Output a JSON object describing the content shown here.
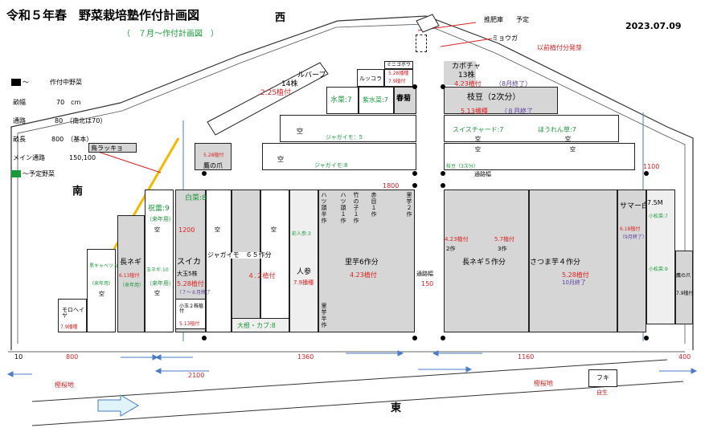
{
  "header": {
    "title": "令和５年春　野菜栽培塾作付計画図",
    "subtitle": "（　７月～作付計画図　）",
    "date": "2023.07.09"
  },
  "directions": {
    "west": "西",
    "south": "南",
    "east": "東"
  },
  "legend": {
    "planted": "作付中野菜",
    "planted_prefix": "～",
    "row_label": "畝幅",
    "row_value": "70　cm",
    "path_label": "通路",
    "path_value": "80　（南北は70）",
    "length_label": "畝長",
    "length_value": "800　（基本）",
    "main_path_label": "メイン通路",
    "main_path_value": "150,100",
    "planned": "～予定野菜",
    "note_label": "鳥ラッキョ"
  },
  "top_right": {
    "compost": "推肥庫　　予定",
    "myoga": "ミョウガ",
    "myoga_note": "以前植付分発芽"
  },
  "beds": {
    "rhubarb": "ルバーブ",
    "rhubarb_count": "14株",
    "rhubarb_date": "2.25植付",
    "mini_gobo": "ミニゴボウ",
    "rucola": "ルッコラ",
    "sowing528": "5.28播種",
    "planting79": "7.9植付",
    "mizuna": "水菜:7",
    "komizuna": "紫水菜:7",
    "shungiku": "春菊",
    "kabocha": "カボチャ",
    "kabocha_count": "13株",
    "kabocha_date": "4.23植付",
    "kabocha_end": "（8月終了）",
    "edamame2": "枝豆（2次分）",
    "edamame2_date": "5.13播種",
    "edamame2_end": "（８月終了",
    "sora1": "空",
    "jaga5": "ジャガイモ：5",
    "sora2": "空",
    "jaga8": "ジャガイモ:8",
    "swiss": "スイスチャード:7",
    "spinach": "ほうれん草:7",
    "sora3": "空",
    "sora4": "空",
    "sora5": "空",
    "sora6": "空",
    "edamame3": "枝豆（3次分）",
    "path_width": "通路幅",
    "w1100": "1100",
    "takano": "鷹の爪",
    "takano_date": "5.28植付",
    "hakusai": "白菜:8",
    "iwaimai": "祝蕾:9",
    "year_use": "（来年用）",
    "sora7": "空",
    "w1200": "1200",
    "sora8": "空",
    "jaga_hdr": "ジャガイモ　６５作分",
    "sora9": "空",
    "carrot_label": "彩人参:3",
    "v_hatsu1": "ハツ頭半作",
    "v_hatsu2": "ハツ頭１作",
    "v_take": "竹の子１作",
    "v_aka": "赤目１作",
    "v_sato": "里芋２作",
    "w1800": "1800",
    "cabbage": "黒キャベツ:9",
    "cabbage_year": "（来年用）",
    "sora10": "空",
    "negi": "長ネギ",
    "negi_date": "6.13植付",
    "negi_year": "（来年用）",
    "tamanegi": "玉ネギ:10",
    "tamanegi_year": "（来年用）",
    "sora11": "空",
    "suika": "スイカ",
    "suika_count": "大玉5株",
    "suika_date": "5.28植付",
    "suika_end": "（７～８月終了",
    "suika_small": "小玉２株植付",
    "suika_small_date": "5.13植付",
    "jaga_date": "４.２植付",
    "daikon": "大根・カブ:8",
    "ninjin": "人参",
    "ninjin_date": "7.9播種",
    "satoimo": "里芋6作分",
    "satoimo_date": "4.23植付",
    "v_sato_half": "里芋半作",
    "moro": "モロヘイヤ",
    "moro_date": "7.9播種",
    "main_path": "通路幅",
    "main_path_val": "150",
    "negi5": "長ネギ５作分",
    "negi5_date": "4.23植付",
    "negi5_sub": "2作",
    "negi5_b_date": "5.7植付",
    "negi5_b_sub": "3作",
    "satsuma": "さつま芋４作分",
    "satsuma_date": "5.28植付",
    "satsuma_end": "10月終了",
    "summer": "サマー白菜",
    "summer_date": "6.18植付",
    "summer_end": "（9月終了）",
    "komatsuna7": "小松菜:7",
    "komatsuna9": "小松菜:9",
    "w75": "7.5M",
    "takano2": "鷹の爪",
    "takano2_date": "7.9植付"
  },
  "bottom": {
    "d10": "10",
    "d800": "800",
    "d1360": "1360",
    "d1160": "1160",
    "d400": "400",
    "d2100": "2100",
    "kashi_left": "樫桜地",
    "kashi_right": "樫桜地",
    "fuki": "フキ",
    "fuki_sub": "自生"
  },
  "colors": {
    "planted": "#000000",
    "planned": "#1a9a3a",
    "bed_gray": "#d6d6d6",
    "arrow_blue": "#4a7cc7",
    "date_red": "#d22222"
  }
}
